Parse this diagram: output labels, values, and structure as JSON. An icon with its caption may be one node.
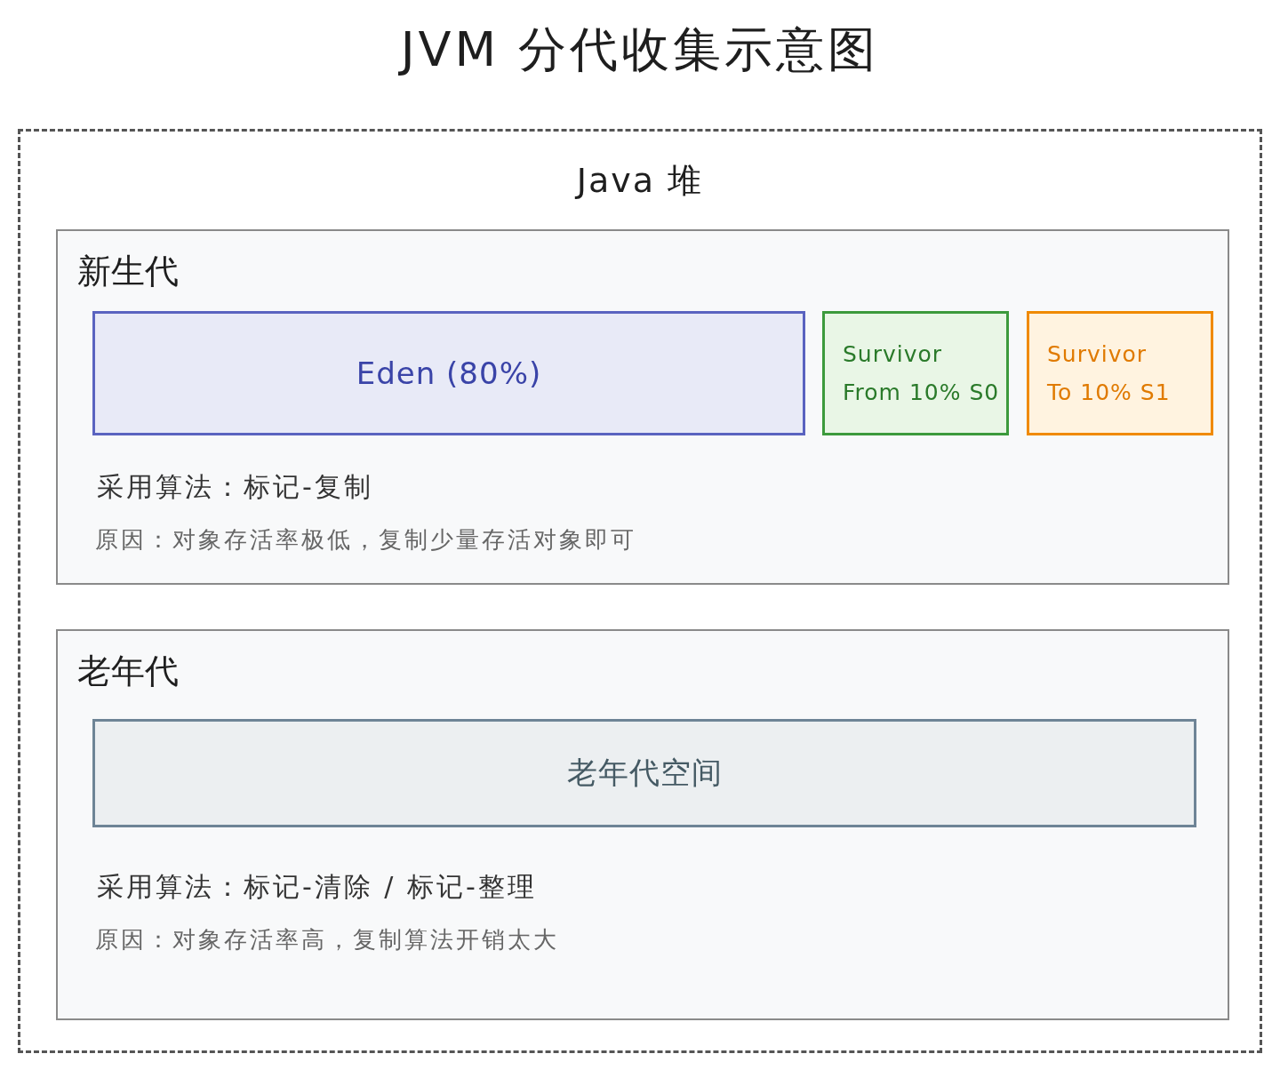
{
  "diagram": {
    "title": "JVM 分代收集示意图",
    "nodes": [
      {
        "text": [
          "Java 堆"
        ]
      },
      {
        "text": [
          "新生代",
          "采用算法：标记-复制",
          "原因：对象存活率极低，复制少量存活对象即可"
        ],
        "in": 0
      },
      {
        "text": [
          "Eden (80%)"
        ],
        "in": 1
      },
      {
        "text": [
          "Survivor",
          "From 10% S0"
        ],
        "in": 1
      },
      {
        "text": [
          "Survivor",
          "To 10% S1"
        ],
        "in": 1
      },
      {
        "text": [
          "老年代",
          "采用算法：标记-清除 / 标记-整理",
          "原因：对象存活率高，复制算法开销太大"
        ],
        "in": 0
      },
      {
        "text": [
          "老年代空间"
        ],
        "in": 5
      }
    ]
  }
}
